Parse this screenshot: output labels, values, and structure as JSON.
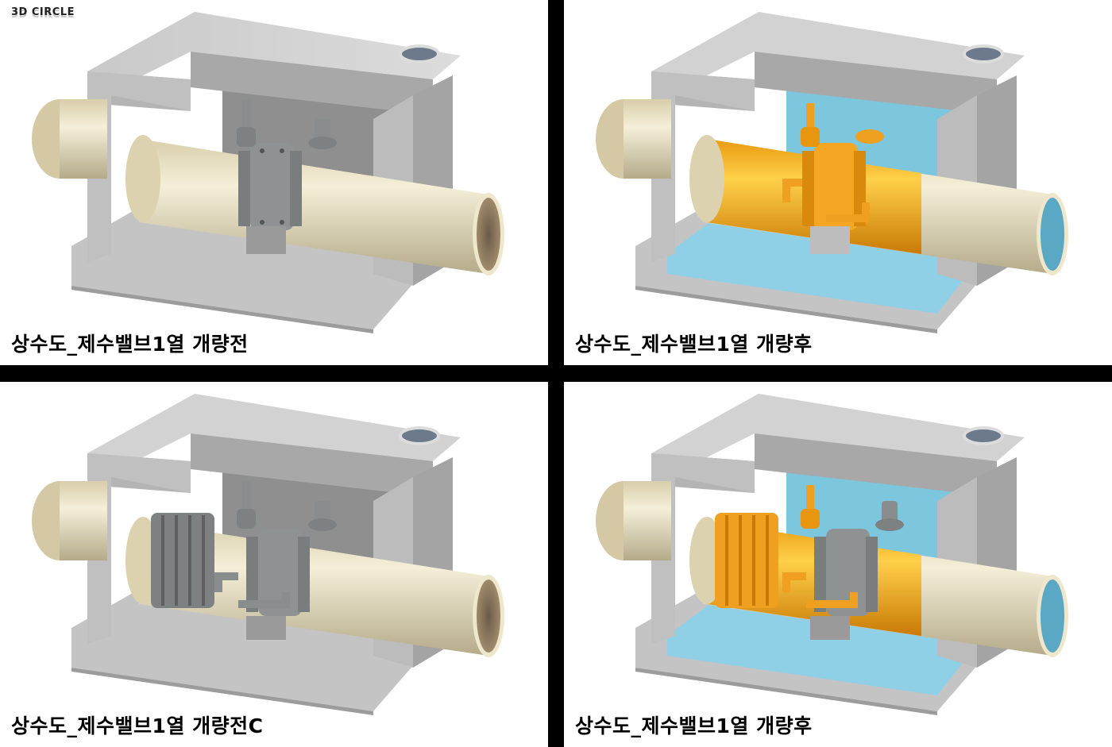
{
  "logo": "3D CIRCLE",
  "panels": [
    {
      "caption": "상수도_제수밸브1열 개량전",
      "variant": "before",
      "interior_color": "#bdbdbd",
      "pipe_color": "#ece3c3",
      "valve_color": "#8f9292"
    },
    {
      "caption": "상수도_제수밸브1열 개량후",
      "variant": "after",
      "interior_color": "#7cc6de",
      "pipe_color": "#ece3c3",
      "valve_color": "#f5a623"
    },
    {
      "caption": "상수도_제수밸브1열 개량전C",
      "variant": "before-c",
      "interior_color": "#bdbdbd",
      "pipe_color": "#ece3c3",
      "valve_color": "#8f9292"
    },
    {
      "caption": "상수도_제수밸브1열 개량후",
      "variant": "after-c",
      "interior_color": "#7cc6de",
      "pipe_color": "#ece3c3",
      "valve_color": "#f5a623"
    }
  ]
}
